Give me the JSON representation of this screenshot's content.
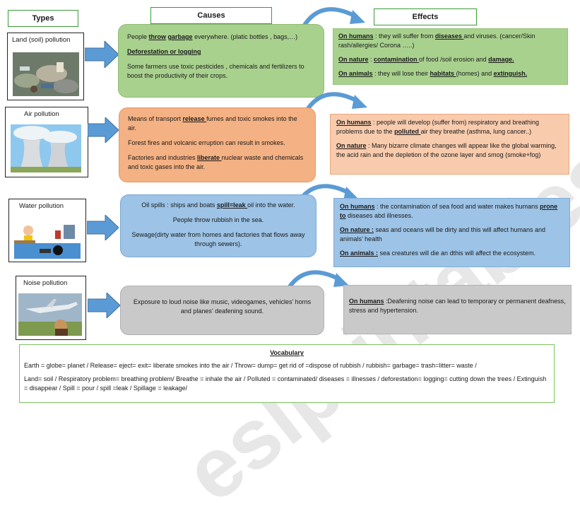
{
  "headers": {
    "types": "Types",
    "causes": "Causes",
    "effects": "Effects"
  },
  "types": [
    {
      "label": "Land (soil) pollution"
    },
    {
      "label": "Air pollution"
    },
    {
      "label": "Water pollution"
    },
    {
      "label": "Noise pollution"
    }
  ],
  "land": {
    "cause1_pre": "People ",
    "cause1_throw": "throw",
    "cause1_mid": " ",
    "cause1_garbage": "garbage",
    "cause1_post": " everywhere. (platic bottles , bags,…)",
    "cause2": "Deforestation or logging",
    "cause3": "Some farmers use toxic pesticides , chemicals and fertilizers to boost the productivity of their crops.",
    "eff1_key": "On humans",
    "eff1_a": " : they will suffer from ",
    "eff1_b": "diseases ",
    "eff1_c": "and viruses. (cancer/Skin rash/allergies/ Corona …..)",
    "eff2_key": "On nature",
    "eff2_a": " : ",
    "eff2_b": "contamination ",
    "eff2_c": "of food /soil erosion and ",
    "eff2_d": "damage.",
    "eff3_key": "On animals",
    "eff3_a": " : they will lose their ",
    "eff3_b": "habitats ",
    "eff3_c": "(homes) and ",
    "eff3_d": "extinguish."
  },
  "air": {
    "cause1_a": "Means of transport ",
    "cause1_b": "release ",
    "cause1_c": "fumes and toxic smokes into the air.",
    "cause2": "Forest fires and volcanic erruption can result in smokes.",
    "cause3_a": "Factories and industries ",
    "cause3_b": "liberate ",
    "cause3_c": "nuclear waste and chemicals and toxic gases into the air.",
    "eff1_key": "On humans",
    "eff1_a": " : people will develop (suffer from) respiratory and breathing problems due to the ",
    "eff1_b": "polluted ",
    "eff1_c": "air they breathe (asthma, lung cancer..)",
    "eff2_key": "On nature",
    "eff2_a": " : Many bizarre climate changes will appear like the global warming, the acid rain and the depletion of the ozone layer and smog (smoke+fog)"
  },
  "water": {
    "cause1_a": "Oil spills : ships and boats ",
    "cause1_b": "spill=leak ",
    "cause1_c": "oil into the water.",
    "cause2": "People throw rubbish in the sea.",
    "cause3": "Sewage(dirty water from homes and factories  that flows away through sewers).",
    "eff1_key": "On humans",
    "eff1_a": " : the contamination of sea food and water makes humans ",
    "eff1_b": "prone to",
    "eff1_c": " diseases abd illnesses.",
    "eff2_key": "On nature :",
    "eff2_a": " seas and oceans will be dirty and this will affect humans and animals’ health",
    "eff3_key": "On animals :",
    "eff3_a": " sea creatures will die an dthis will affect the ecosystem."
  },
  "noise": {
    "cause1": "Exposure to loud noise like music, videogames, vehicles’ horns and planes’ deafening sound.",
    "eff1_key": "On humans",
    "eff1_a": " :Deafening noise can lead to temporary or permanent deafness, stress and hypertension."
  },
  "vocab": {
    "title": "Vocabulary",
    "line1": "Earth = globe= planet / Release= eject= exit= liberate  smokes into the air / Throw= dump= get rid of =dispose of rubbish / rubbish= garbage= trash=litter= waste /",
    "line2": "Land= soil / Respiratory problem= breathing problem/ Breathe = inhale the air / Polluted = contaminated/ diseases = illnesses /  deforestation= logging= cutting down the trees / Extinguish = disappear / Spill = pour / spill =leak  / Spillage = leakage/"
  },
  "watermark": "eslprintables.com",
  "colors": {
    "green": "#a9d18e",
    "orange": "#f4b183",
    "blue": "#9dc3e6",
    "gray": "#c9c9c9",
    "arrow": "#5b9bd5"
  }
}
